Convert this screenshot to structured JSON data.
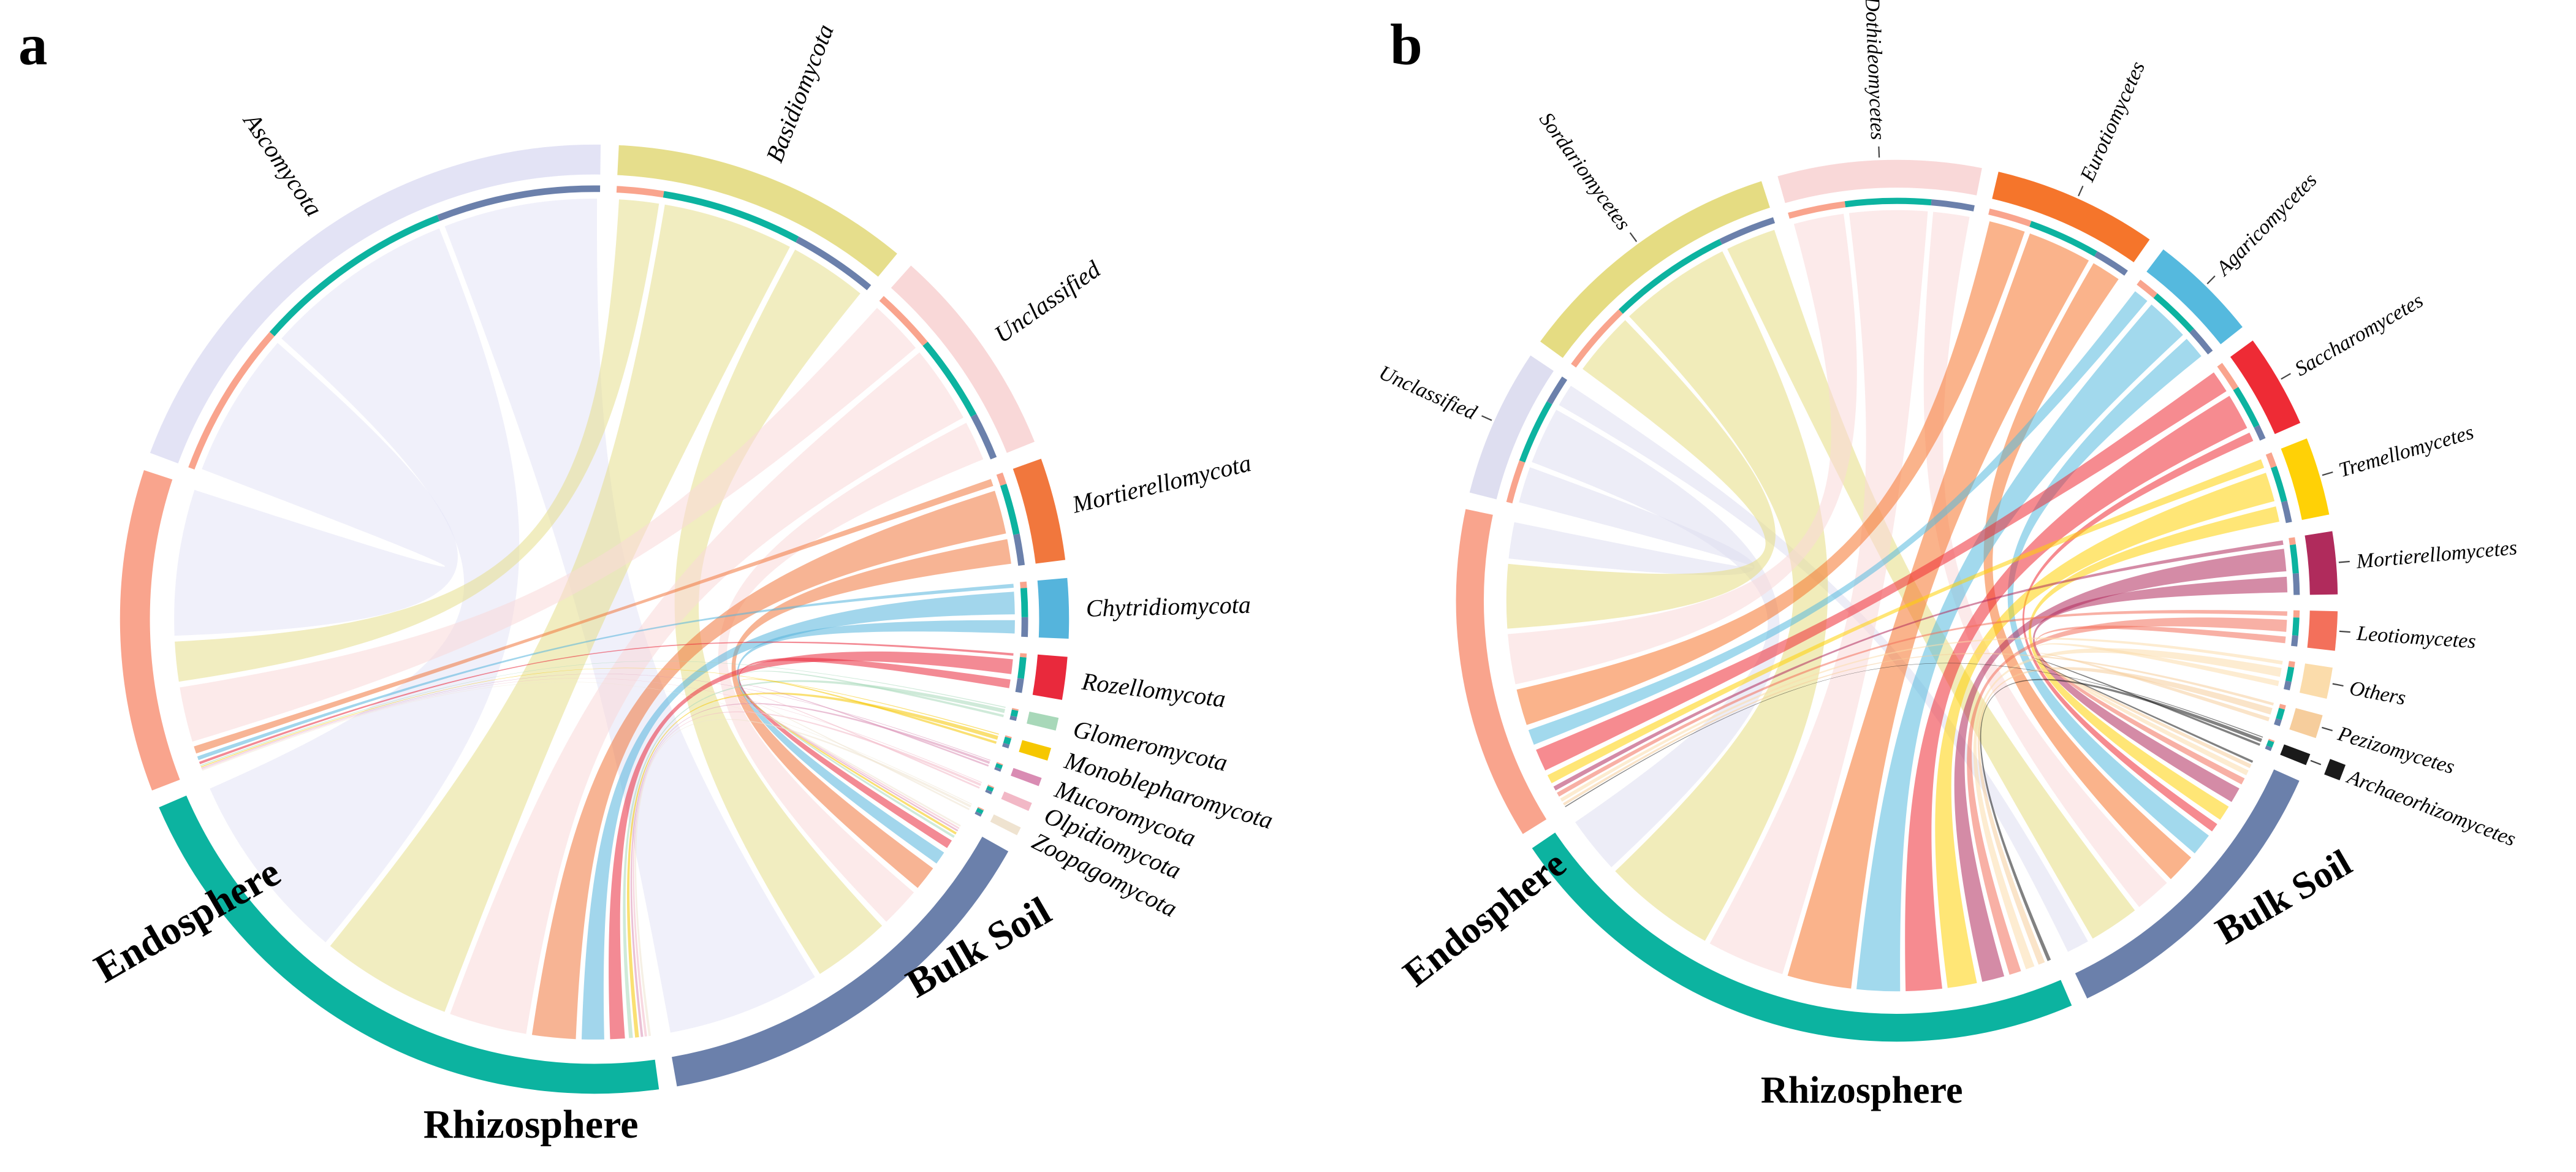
{
  "panels": [
    {
      "letter": "a"
    },
    {
      "letter": "b"
    }
  ],
  "colors": {
    "background": "#FFFFFF",
    "endosphere": "#F9A48D",
    "rhizosphere": "#0CB3A0",
    "bulk_soil": "#6B80AB",
    "leader_line": "#444444",
    "label_text": "#000000"
  },
  "chart_data": [
    {
      "type": "chord",
      "panel": "a",
      "taxonomic_rank": "phylum",
      "value_units": "relative abundance (arbitrary units, estimated from arc spans)",
      "legend_position": "labels around circle",
      "compartments": [
        {
          "name": "Bulk Soil",
          "color": "#6B80AB"
        },
        {
          "name": "Rhizosphere",
          "color": "#0CB3A0"
        },
        {
          "name": "Endosphere",
          "color": "#F9A48D"
        }
      ],
      "sector_order": [
        "Ascomycota",
        "Basidiomycota",
        "Unclassified",
        "Mortierellomycota",
        "Chytridiomycota",
        "Rozellomycota",
        "Glomeromycota",
        "Monoblepharomycota",
        "Mucoromycota",
        "Olpidiomycota",
        "Zoopagomycota",
        "Bulk Soil",
        "Rhizosphere",
        "Endosphere"
      ],
      "taxa": [
        {
          "name": "Ascomycota",
          "color": "#E3E3F5",
          "values": {
            "Endosphere": 20,
            "Rhizosphere": 26,
            "Bulk Soil": 21
          }
        },
        {
          "name": "Basidiomycota",
          "color": "#E6DE8C",
          "values": {
            "Endosphere": 6,
            "Rhizosphere": 18,
            "Bulk Soil": 11
          }
        },
        {
          "name": "Unclassified",
          "color": "#F9D8D8",
          "values": {
            "Endosphere": 8,
            "Rhizosphere": 11,
            "Bulk Soil": 6
          }
        },
        {
          "name": "Mortierellomycota",
          "color": "#F1773D",
          "values": {
            "Endosphere": 1.5,
            "Rhizosphere": 6.5,
            "Bulk Soil": 4
          }
        },
        {
          "name": "Chytridiomycota",
          "color": "#55B4DC",
          "values": {
            "Endosphere": 0.8,
            "Rhizosphere": 3.7,
            "Bulk Soil": 2.5
          }
        },
        {
          "name": "Rozellomycota",
          "color": "#E9293C",
          "values": {
            "Endosphere": 0.5,
            "Rhizosphere": 2.7,
            "Bulk Soil": 1.8
          }
        },
        {
          "name": "Glomeromycota",
          "color": "#A8D8B9",
          "values": {
            "Endosphere": 0.2,
            "Rhizosphere": 0.8,
            "Bulk Soil": 0.5
          }
        },
        {
          "name": "Monoblepharomycota",
          "color": "#F6C700",
          "values": {
            "Endosphere": 0.2,
            "Rhizosphere": 0.8,
            "Bulk Soil": 0.5
          }
        },
        {
          "name": "Mucoromycota",
          "color": "#D98CB3",
          "values": {
            "Endosphere": 0.15,
            "Rhizosphere": 0.5,
            "Bulk Soil": 0.35
          }
        },
        {
          "name": "Olpidiomycota",
          "color": "#F2B8C6",
          "values": {
            "Endosphere": 0.15,
            "Rhizosphere": 0.5,
            "Bulk Soil": 0.35
          }
        },
        {
          "name": "Zoopagomycota",
          "color": "#EFE3D0",
          "values": {
            "Endosphere": 0.15,
            "Rhizosphere": 0.5,
            "Bulk Soil": 0.35
          }
        }
      ]
    },
    {
      "type": "chord",
      "panel": "b",
      "taxonomic_rank": "class",
      "value_units": "relative abundance (arbitrary units, estimated from arc spans)",
      "legend_position": "labels around circle",
      "compartments": [
        {
          "name": "Bulk Soil",
          "color": "#6B80AB"
        },
        {
          "name": "Rhizosphere",
          "color": "#0CB3A0"
        },
        {
          "name": "Endosphere",
          "color": "#F9A48D"
        }
      ],
      "sector_order": [
        "Sordariomycetes",
        "Dothideomycetes",
        "Eurotiomycetes",
        "Agaricomycetes",
        "Saccharomycetes",
        "Tremellomycetes",
        "Mortierellomycetes",
        "Leotiomycetes",
        "Others",
        "Pezizomycetes",
        "Archaeorhizomycetes",
        "Bulk Soil",
        "Rhizosphere",
        "Endosphere",
        "Unclassified"
      ],
      "taxa": [
        {
          "name": "Unclassified",
          "color": "#DEDEF0",
          "values": {
            "Endosphere": 6,
            "Rhizosphere": 9,
            "Bulk Soil": 4
          }
        },
        {
          "name": "Sordariomycetes",
          "color": "#E5DC82",
          "values": {
            "Endosphere": 10,
            "Rhizosphere": 17,
            "Bulk Soil": 8
          }
        },
        {
          "name": "Dothideomycetes",
          "color": "#F9D8D8",
          "values": {
            "Endosphere": 8,
            "Rhizosphere": 12,
            "Bulk Soil": 6
          }
        },
        {
          "name": "Eurotiomycetes",
          "color": "#F5752B",
          "values": {
            "Endosphere": 6,
            "Rhizosphere": 10,
            "Bulk Soil": 5
          }
        },
        {
          "name": "Agaricomycetes",
          "color": "#55B9DE",
          "values": {
            "Endosphere": 3,
            "Rhizosphere": 7,
            "Bulk Soil": 4
          }
        },
        {
          "name": "Saccharomycetes",
          "color": "#EE2B35",
          "values": {
            "Endosphere": 4,
            "Rhizosphere": 6,
            "Bulk Soil": 2
          }
        },
        {
          "name": "Tremellomycetes",
          "color": "#FFD106",
          "values": {
            "Endosphere": 2,
            "Rhizosphere": 5,
            "Bulk Soil": 3
          }
        },
        {
          "name": "Mortierellomycetes",
          "color": "#B02B5C",
          "values": {
            "Endosphere": 1,
            "Rhizosphere": 4,
            "Bulk Soil": 3
          }
        },
        {
          "name": "Leotiomycetes",
          "color": "#F3705B",
          "values": {
            "Endosphere": 1,
            "Rhizosphere": 2.5,
            "Bulk Soil": 1.5
          }
        },
        {
          "name": "Others",
          "color": "#FBDCAB",
          "values": {
            "Endosphere": 0.8,
            "Rhizosphere": 2,
            "Bulk Soil": 1.2
          }
        },
        {
          "name": "Pezizomycetes",
          "color": "#F6CD9C",
          "values": {
            "Endosphere": 0.6,
            "Rhizosphere": 1.5,
            "Bulk Soil": 0.9
          }
        },
        {
          "name": "Archaeorhizomycetes",
          "color": "#1A1A1A",
          "legend_square": true,
          "values": {
            "Endosphere": 0.2,
            "Rhizosphere": 0.8,
            "Bulk Soil": 0.5
          }
        }
      ]
    }
  ]
}
